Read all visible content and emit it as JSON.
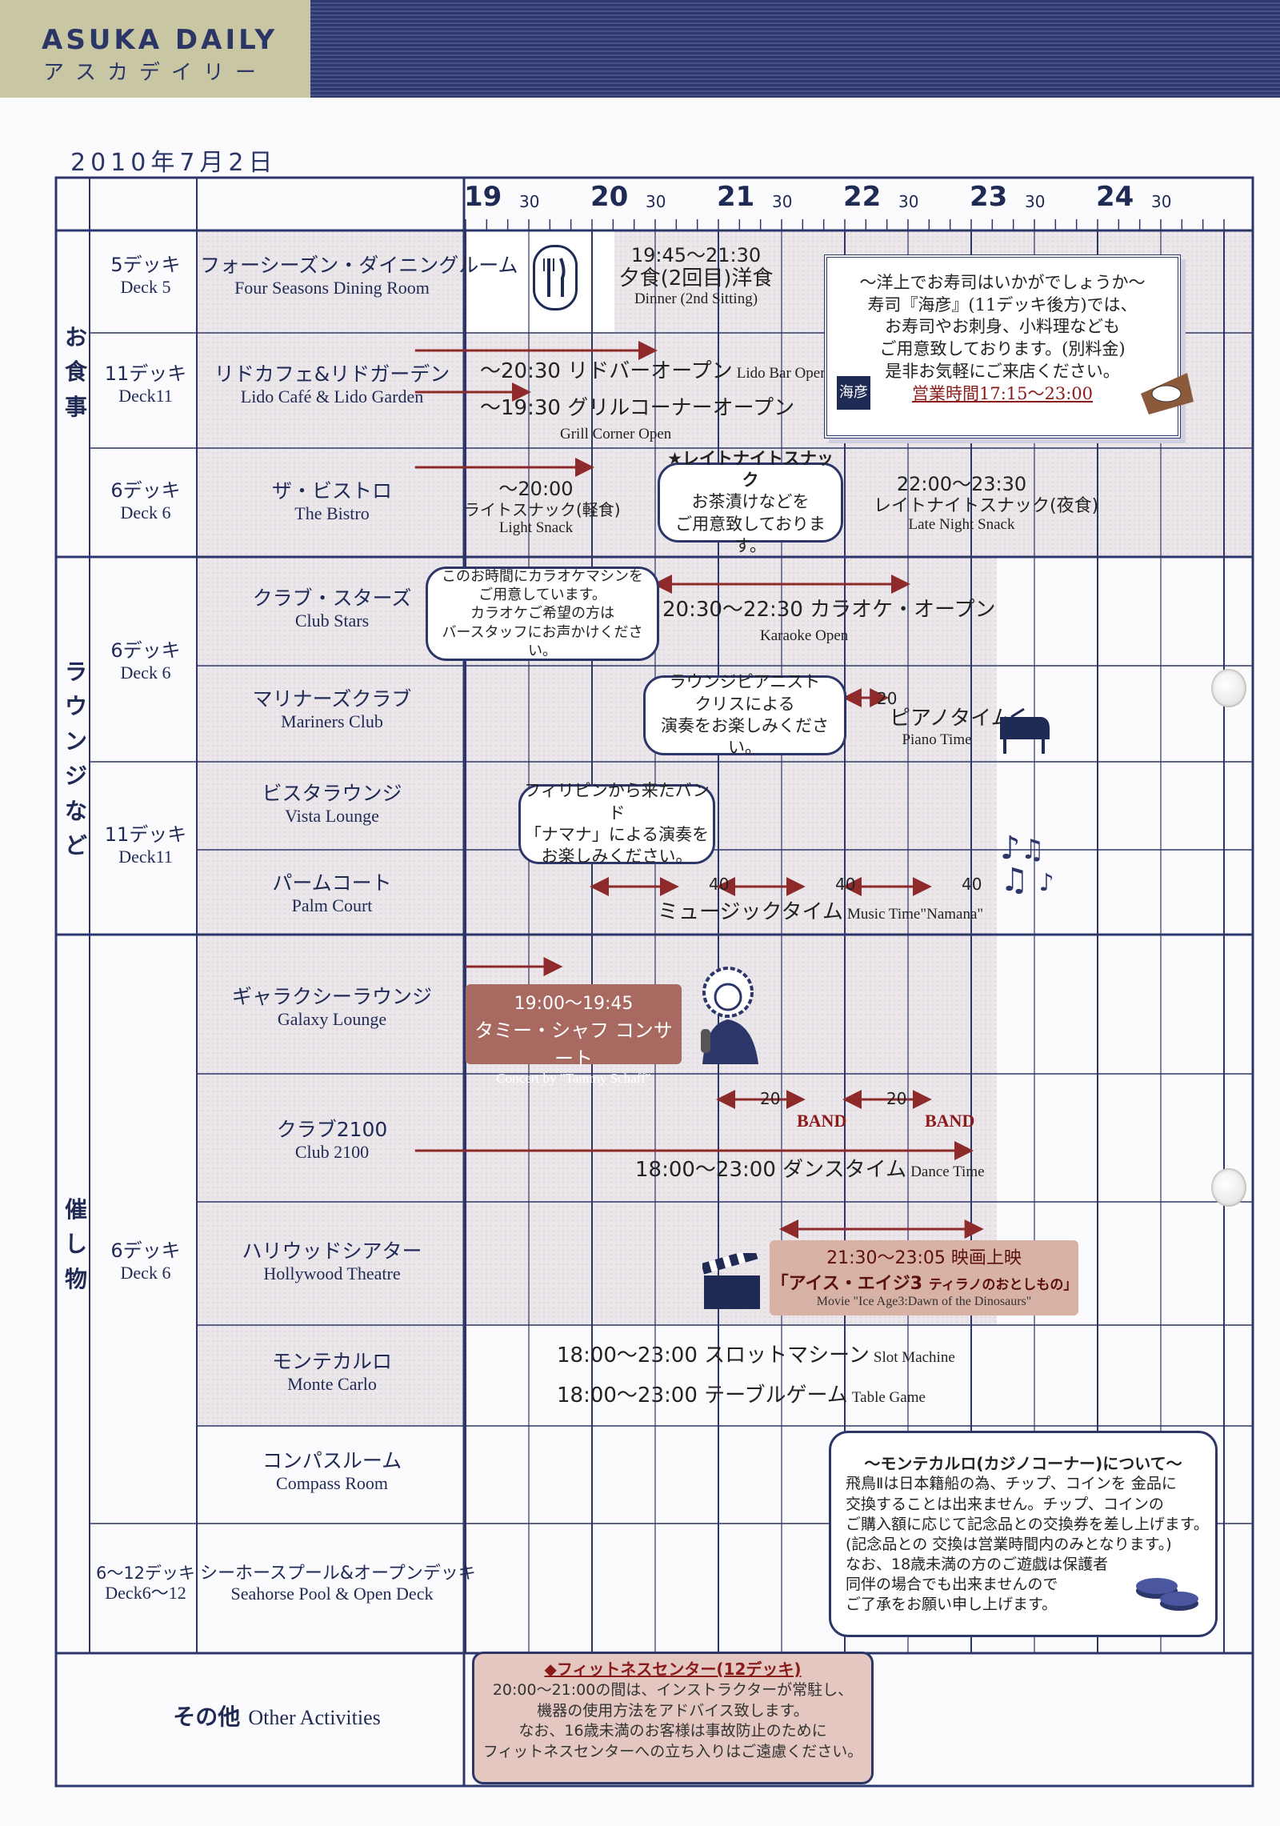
{
  "header": {
    "brand": "ASUKA DAILY",
    "brand_kana": "アスカデイリー",
    "date": "2010年7月2日"
  },
  "timeline": {
    "hours": [
      "19",
      "20",
      "21",
      "22",
      "23",
      "24"
    ],
    "half": "30"
  },
  "sections": {
    "dining": "お食事",
    "lounge": "ラウンジなど",
    "events": "催し物",
    "other_jp": "その他",
    "other_en": "Other Activities"
  },
  "decks": {
    "d5": {
      "jp": "5デッキ",
      "en": "Deck 5"
    },
    "d11a": {
      "jp": "11デッキ",
      "en": "Deck11"
    },
    "d6a": {
      "jp": "6デッキ",
      "en": "Deck 6"
    },
    "d6b": {
      "jp": "6デッキ",
      "en": "Deck 6"
    },
    "d11b": {
      "jp": "11デッキ",
      "en": "Deck11"
    },
    "d6c": {
      "jp": "6デッキ",
      "en": "Deck 6"
    },
    "d612": {
      "jp": "6〜12デッキ",
      "en": "Deck6〜12"
    }
  },
  "venues": {
    "four_seasons": {
      "jp": "フォーシーズン・ダイニングルーム",
      "en": "Four Seasons Dining Room"
    },
    "lido": {
      "jp": "リドカフェ&リドガーデン",
      "en": "Lido Café & Lido Garden"
    },
    "bistro": {
      "jp": "ザ・ビストロ",
      "en": "The Bistro"
    },
    "club_stars": {
      "jp": "クラブ・スターズ",
      "en": "Club Stars"
    },
    "mariners": {
      "jp": "マリナーズクラブ",
      "en": "Mariners Club"
    },
    "vista": {
      "jp": "ビスタラウンジ",
      "en": "Vista Lounge"
    },
    "palm": {
      "jp": "パームコート",
      "en": "Palm Court"
    },
    "galaxy": {
      "jp": "ギャラクシーラウンジ",
      "en": "Galaxy Lounge"
    },
    "club2100": {
      "jp": "クラブ2100",
      "en": "Club 2100"
    },
    "hollywood": {
      "jp": "ハリウッドシアター",
      "en": "Hollywood Theatre"
    },
    "monte": {
      "jp": "モンテカルロ",
      "en": "Monte Carlo"
    },
    "compass": {
      "jp": "コンパスルーム",
      "en": "Compass Room"
    },
    "seahorse": {
      "jp": "シーホースプール&オープンデッキ",
      "en": "Seahorse Pool & Open Deck"
    }
  },
  "events": {
    "dinner_time": "19:45〜21:30",
    "dinner_jp": "夕食(2回目)洋食",
    "dinner_en": "Dinner (2nd Sitting)",
    "lido_bar": "〜20:30 リドバーオープン",
    "lido_bar_en": "Lido Bar Open",
    "grill": "〜19:30 グリルコーナーオープン",
    "grill_en": "Grill Corner Open",
    "bistro_time": "〜20:00",
    "bistro_jp": "ライトスナック(軽食)",
    "bistro_en": "Light Snack",
    "late_time": "22:00〜23:30",
    "late_jp": "レイトナイトスナック(夜食)",
    "late_en": "Late Night Snack",
    "karaoke": "20:30〜22:30 カラオケ・オープン",
    "karaoke_en": "Karaoke Open",
    "piano_min": "20",
    "piano_jp": "ピアノタイム",
    "piano_en": "Piano Time",
    "music_min": "40",
    "music_jp": "ミュージックタイム",
    "music_en": "Music Time\"Namana\"",
    "tammy_time": "19:00〜19:45",
    "tammy_jp": "タミー・シャフ コンサート",
    "tammy_en": "Concert by \"Tammy Schaff\"",
    "band_min": "20",
    "band": "BAND",
    "dance": "18:00〜23:00 ダンスタイム",
    "dance_en": "Dance Time",
    "movie_time": "21:30〜23:05 映画上映",
    "movie_jp": "「アイス・エイジ3",
    "movie_jp_sub": "ティラノのおとしもの」",
    "movie_en": "Movie \"Ice Age3:Dawn of the Dinosaurs\"",
    "slot": "18:00〜23:00 スロットマシーン",
    "slot_en": "Slot Machine",
    "table": "18:00〜23:00 テーブルゲーム",
    "table_en": "Table Game"
  },
  "bubbles": {
    "late_note": [
      "★レイトナイトスナック",
      "お茶漬けなどを",
      "ご用意致しております。"
    ],
    "karaoke_note": [
      "このお時間にカラオケマシンを",
      "ご用意しています。",
      "カラオケご希望の方は",
      "バースタッフにお声かけください。"
    ],
    "piano_note": [
      "ラウンジピアニスト",
      "クリスによる",
      "演奏をお楽しみください。"
    ],
    "band_note": [
      "フィリピンから来たバンド",
      "「ナマナ」による演奏を",
      "お楽しみください。"
    ]
  },
  "sushi": {
    "lines": [
      "〜洋上でお寿司はいかがでしょうか〜",
      "寿司『海彦』(11デッキ後方)では、",
      "お寿司やお刺身、小料理なども",
      "ご用意致しております。(別料金)",
      "是非お気軽にご来店ください。"
    ],
    "hours": "営業時間17:15〜23:00",
    "logo": "海彦"
  },
  "casino": {
    "title": "〜モンテカルロ(カジノコーナー)について〜",
    "lines": [
      "飛鳥Ⅱは日本籍船の為、チップ、コインを 金品に",
      "交換することは出来ません。チップ、コインの",
      "ご購入額に応じて記念品との交換券を差し上げます。",
      "(記念品との 交換は営業時間内のみとなります。)",
      "なお、18歳未満の方のご遊戯は保護者",
      "同伴の場合でも出来ませんので",
      "ご了承をお願い申し上げます。"
    ]
  },
  "fitness": {
    "title": "◆フィットネスセンター(12デッキ)",
    "lines": [
      "20:00〜21:00の間は、インストラクターが常駐し、",
      "機器の使用方法をアドバイス致します。",
      "なお、16歳未満のお客様は事故防止のために",
      "フィットネスセンターへの立ち入りはご遠慮ください。"
    ]
  },
  "colors": {
    "navy": "#2c3668",
    "shade": "#e6e1e6",
    "brick": "#a86a60",
    "arrow": "#8e2a2a"
  }
}
